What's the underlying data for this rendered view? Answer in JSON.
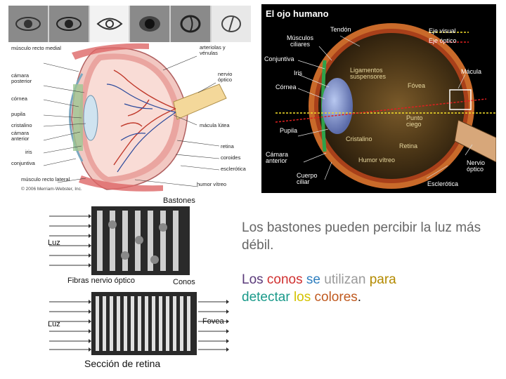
{
  "left_diagram": {
    "labels": {
      "musculo_recto_medial": "músculo recto medial",
      "arteriolas": "arteriolas y\nvénulas",
      "camara_posterior": "cámara\nposterior",
      "nervio_optico": "nervio\nóptico",
      "cornea": "córnea",
      "pupila": "pupila",
      "cristalino": "cristalino",
      "macula_lutea": "mácula lútea",
      "camara_anterior": "cámara\nanterior",
      "retina": "retina",
      "iris": "iris",
      "coroides": "coroides",
      "conjuntiva": "conjuntiva",
      "esclerotica": "esclerótica",
      "musculo_recto_lateral": "músculo recto lateral",
      "humor_vitreo": "humor vítreo",
      "copyright": "© 2006 Merriam-Webster, Inc."
    }
  },
  "right_diagram": {
    "title": "El ojo humano",
    "labels": {
      "tendon": "Tendón",
      "musculos_ciliares": "Músculos\nciliares",
      "eje_visual": "Eje visual",
      "eje_optico": "Eje óptico",
      "conjuntiva": "Conjuntiva",
      "iris": "Iris",
      "ligamentos": "Ligamentos\nsuspensores",
      "macula": "Mácula",
      "cornea": "Córnea",
      "fovea": "Fóvea",
      "punto_ciego": "Punto\nciego",
      "pupila": "Pupila",
      "cristalino": "Cristalino",
      "retina": "Retina",
      "camara_anterior": "Cámara\nanterior",
      "humor_vitreo": "Humor vítreo",
      "nervio_optico": "Nervio\nóptico",
      "cuerpo_ciliar": "Cuerpo\nciliar",
      "esclerotica": "Esclerótica"
    },
    "colors": {
      "eje_visual": "#f5e02a",
      "eje_optico": "#e02020"
    }
  },
  "retina_diagram": {
    "bastones": "Bastones",
    "luz_top": "Luz",
    "fibras": "Fibras nervio óptico",
    "conos": "Conos",
    "fovea": "Fovea",
    "luz_bottom": "Luz",
    "seccion": "Sección de retina"
  },
  "text": {
    "paragraph1": "Los bastones pueden percibir la luz más débil.",
    "paragraph2_words": [
      {
        "word": "Los ",
        "color": "#5a3a7a"
      },
      {
        "word": "conos ",
        "color": "#d03030"
      },
      {
        "word": "se ",
        "color": "#2f7fbf"
      },
      {
        "word": "utilizan ",
        "color": "#9a9a9a"
      },
      {
        "word": "para",
        "color": "#b38a00"
      },
      {
        "word": "detectar ",
        "color": "#1a9a8a"
      },
      {
        "word": "los ",
        "color": "#d4c300"
      },
      {
        "word": "colores",
        "color": "#c05a20"
      },
      {
        "word": ".",
        "color": "#222222"
      }
    ]
  }
}
